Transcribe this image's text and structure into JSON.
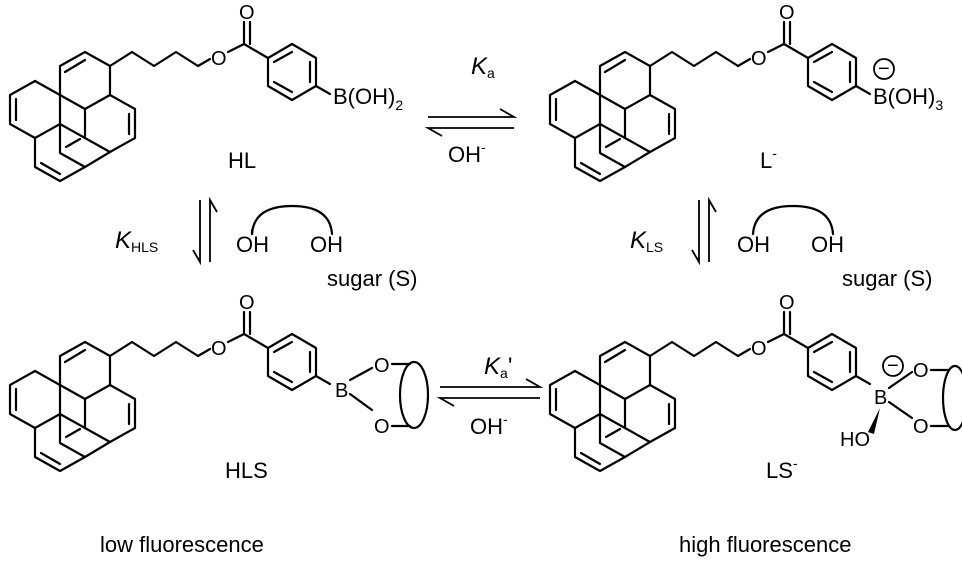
{
  "species": {
    "hl": "HL",
    "l": "L",
    "l_charge": "-",
    "hls": "HLS",
    "ls": "LS",
    "ls_charge": "-"
  },
  "substituents": {
    "boronic_acid": "B(OH)",
    "boronic_acid_sub": "2",
    "boronate": "B(OH)",
    "boronate_sub": "3",
    "ester_o": "O",
    "carbonyl_o": "O",
    "boron": "B",
    "ring_o": "O",
    "ho": "HO",
    "minus_sign": "−"
  },
  "equilibria": {
    "ka_main": "K",
    "ka_sub": "a",
    "ka2_sub": "a",
    "ka2_prime": "'",
    "khls_main": "K",
    "khls_sub": "HLS",
    "kls_main": "K",
    "kls_sub": "LS",
    "oh": "OH",
    "oh_charge": "-"
  },
  "sugar": {
    "oh_label": "OH",
    "label": "sugar (S)"
  },
  "captions": {
    "low": "low  fluorescence",
    "high": "high fluorescence"
  }
}
